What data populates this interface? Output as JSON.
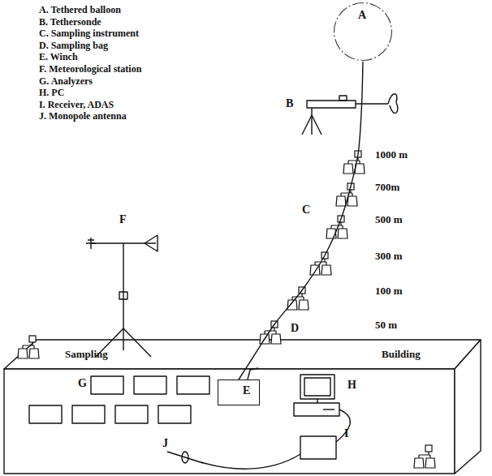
{
  "diagram": {
    "nodes": [
      {
        "text": [
          "A"
        ]
      },
      {
        "text": [
          "E"
        ]
      }
    ],
    "edges": [
      {
        "from": 0,
        "to": 1,
        "arrow": "none"
      }
    ],
    "labels": [
      "A. Tethered balloon",
      "B. Tethersonde",
      "C. Sampling instrument",
      "D. Sampling bag",
      "E. Winch",
      "F. Meteorological station",
      "G. Analyzers",
      "H. PC",
      "I. Receiver, ADAS",
      "J. Monopole antenna",
      "B",
      "1000 m",
      "700m",
      "C",
      "500 m",
      "300 m",
      "F",
      "100 m",
      "D",
      "50 m",
      "Sampling",
      "Building",
      "G",
      "H",
      "I",
      "J"
    ]
  }
}
